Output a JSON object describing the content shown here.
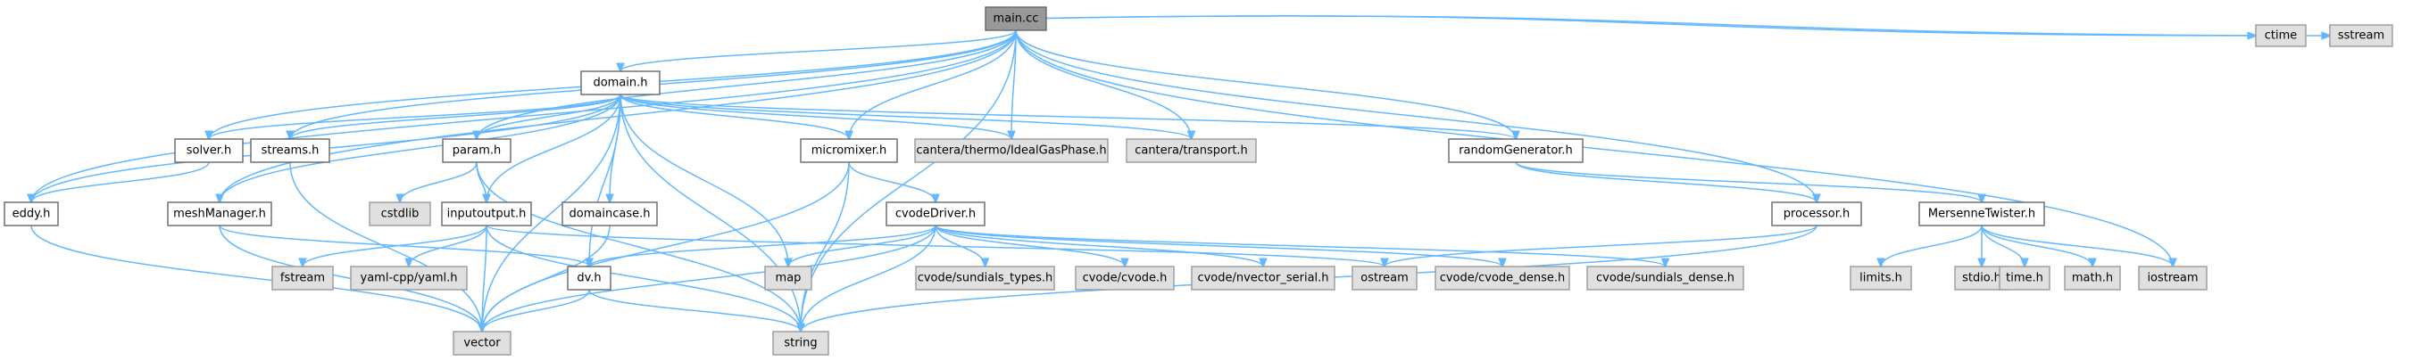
{
  "diagram": {
    "type": "include-dependency-graph",
    "nodes": [
      {
        "id": "main_cc",
        "label": "main.cc",
        "kind": "focus"
      },
      {
        "id": "ctime",
        "label": "ctime",
        "kind": "system"
      },
      {
        "id": "sstream",
        "label": "sstream",
        "kind": "system"
      },
      {
        "id": "domain_h",
        "label": "domain.h",
        "kind": "local"
      },
      {
        "id": "solver_h",
        "label": "solver.h",
        "kind": "local"
      },
      {
        "id": "streams_h",
        "label": "streams.h",
        "kind": "local"
      },
      {
        "id": "param_h",
        "label": "param.h",
        "kind": "local"
      },
      {
        "id": "micromixer_h",
        "label": "micromixer.h",
        "kind": "local"
      },
      {
        "id": "idealgas_h",
        "label": "cantera/thermo/IdealGasPhase.h",
        "kind": "system"
      },
      {
        "id": "transport_h",
        "label": "cantera/transport.h",
        "kind": "system"
      },
      {
        "id": "randomGenerator_h",
        "label": "randomGenerator.h",
        "kind": "local"
      },
      {
        "id": "eddy_h",
        "label": "eddy.h",
        "kind": "local"
      },
      {
        "id": "meshManager_h",
        "label": "meshManager.h",
        "kind": "local"
      },
      {
        "id": "cstdlib",
        "label": "cstdlib",
        "kind": "system"
      },
      {
        "id": "inputoutput_h",
        "label": "inputoutput.h",
        "kind": "local"
      },
      {
        "id": "domaincase_h",
        "label": "domaincase.h",
        "kind": "local"
      },
      {
        "id": "cvodeDriver_h",
        "label": "cvodeDriver.h",
        "kind": "local"
      },
      {
        "id": "processor_h",
        "label": "processor.h",
        "kind": "local"
      },
      {
        "id": "mersenne_h",
        "label": "MersenneTwister.h",
        "kind": "local"
      },
      {
        "id": "fstream",
        "label": "fstream",
        "kind": "system"
      },
      {
        "id": "yaml_h",
        "label": "yaml-cpp/yaml.h",
        "kind": "system"
      },
      {
        "id": "dv_h",
        "label": "dv.h",
        "kind": "local"
      },
      {
        "id": "map",
        "label": "map",
        "kind": "system"
      },
      {
        "id": "sundials_types_h",
        "label": "cvode/sundials_types.h",
        "kind": "system"
      },
      {
        "id": "cvode_h",
        "label": "cvode/cvode.h",
        "kind": "system"
      },
      {
        "id": "nvector_h",
        "label": "cvode/nvector_serial.h",
        "kind": "system"
      },
      {
        "id": "ostream",
        "label": "ostream",
        "kind": "system"
      },
      {
        "id": "cvode_dense_h",
        "label": "cvode/cvode_dense.h",
        "kind": "system"
      },
      {
        "id": "sundials_dense_h",
        "label": "cvode/sundials_dense.h",
        "kind": "system"
      },
      {
        "id": "limits_h",
        "label": "limits.h",
        "kind": "system"
      },
      {
        "id": "stdio_h",
        "label": "stdio.h",
        "kind": "system"
      },
      {
        "id": "time_h",
        "label": "time.h",
        "kind": "system"
      },
      {
        "id": "math_h",
        "label": "math.h",
        "kind": "system"
      },
      {
        "id": "iostream",
        "label": "iostream",
        "kind": "system"
      },
      {
        "id": "vector",
        "label": "vector",
        "kind": "system"
      },
      {
        "id": "string",
        "label": "string",
        "kind": "system"
      }
    ],
    "edges": [
      [
        "main_cc",
        "ctime"
      ],
      [
        "main_cc",
        "sstream"
      ],
      [
        "main_cc",
        "domain_h"
      ],
      [
        "main_cc",
        "solver_h"
      ],
      [
        "main_cc",
        "streams_h"
      ],
      [
        "main_cc",
        "param_h"
      ],
      [
        "main_cc",
        "micromixer_h"
      ],
      [
        "main_cc",
        "idealgas_h"
      ],
      [
        "main_cc",
        "transport_h"
      ],
      [
        "main_cc",
        "randomGenerator_h"
      ],
      [
        "main_cc",
        "eddy_h"
      ],
      [
        "main_cc",
        "meshManager_h"
      ],
      [
        "main_cc",
        "processor_h"
      ],
      [
        "main_cc",
        "iostream"
      ],
      [
        "main_cc",
        "string"
      ],
      [
        "domain_h",
        "solver_h"
      ],
      [
        "domain_h",
        "streams_h"
      ],
      [
        "domain_h",
        "param_h"
      ],
      [
        "domain_h",
        "micromixer_h"
      ],
      [
        "domain_h",
        "idealgas_h"
      ],
      [
        "domain_h",
        "transport_h"
      ],
      [
        "domain_h",
        "randomGenerator_h"
      ],
      [
        "domain_h",
        "eddy_h"
      ],
      [
        "domain_h",
        "meshManager_h"
      ],
      [
        "domain_h",
        "inputoutput_h"
      ],
      [
        "domain_h",
        "domaincase_h"
      ],
      [
        "domain_h",
        "dv_h"
      ],
      [
        "domain_h",
        "map"
      ],
      [
        "domain_h",
        "vector"
      ],
      [
        "domain_h",
        "string"
      ],
      [
        "solver_h",
        "eddy_h"
      ],
      [
        "streams_h",
        "vector"
      ],
      [
        "param_h",
        "cstdlib"
      ],
      [
        "param_h",
        "inputoutput_h"
      ],
      [
        "param_h",
        "string"
      ],
      [
        "micromixer_h",
        "cvodeDriver_h"
      ],
      [
        "micromixer_h",
        "vector"
      ],
      [
        "micromixer_h",
        "string"
      ],
      [
        "randomGenerator_h",
        "processor_h"
      ],
      [
        "randomGenerator_h",
        "mersenne_h"
      ],
      [
        "eddy_h",
        "vector"
      ],
      [
        "meshManager_h",
        "vector"
      ],
      [
        "meshManager_h",
        "dv_h"
      ],
      [
        "inputoutput_h",
        "fstream"
      ],
      [
        "inputoutput_h",
        "yaml_h"
      ],
      [
        "inputoutput_h",
        "vector"
      ],
      [
        "inputoutput_h",
        "string"
      ],
      [
        "inputoutput_h",
        "ostream"
      ],
      [
        "domaincase_h",
        "vector"
      ],
      [
        "cvodeDriver_h",
        "dv_h"
      ],
      [
        "cvodeDriver_h",
        "map"
      ],
      [
        "cvodeDriver_h",
        "sundials_types_h"
      ],
      [
        "cvodeDriver_h",
        "cvode_h"
      ],
      [
        "cvodeDriver_h",
        "nvector_h"
      ],
      [
        "cvodeDriver_h",
        "cvode_dense_h"
      ],
      [
        "cvodeDriver_h",
        "sundials_dense_h"
      ],
      [
        "cvodeDriver_h",
        "vector"
      ],
      [
        "cvodeDriver_h",
        "string"
      ],
      [
        "processor_h",
        "ostream"
      ],
      [
        "processor_h",
        "string"
      ],
      [
        "mersenne_h",
        "limits_h"
      ],
      [
        "mersenne_h",
        "stdio_h"
      ],
      [
        "mersenne_h",
        "time_h"
      ],
      [
        "mersenne_h",
        "math_h"
      ],
      [
        "mersenne_h",
        "iostream"
      ],
      [
        "dv_h",
        "vector"
      ],
      [
        "dv_h",
        "string"
      ]
    ]
  },
  "colors": {
    "edge": "#63b8ff",
    "focus_fill": "#999999",
    "local_fill": "#ffffff",
    "system_fill": "#e0e0e0",
    "border": "#666666"
  }
}
